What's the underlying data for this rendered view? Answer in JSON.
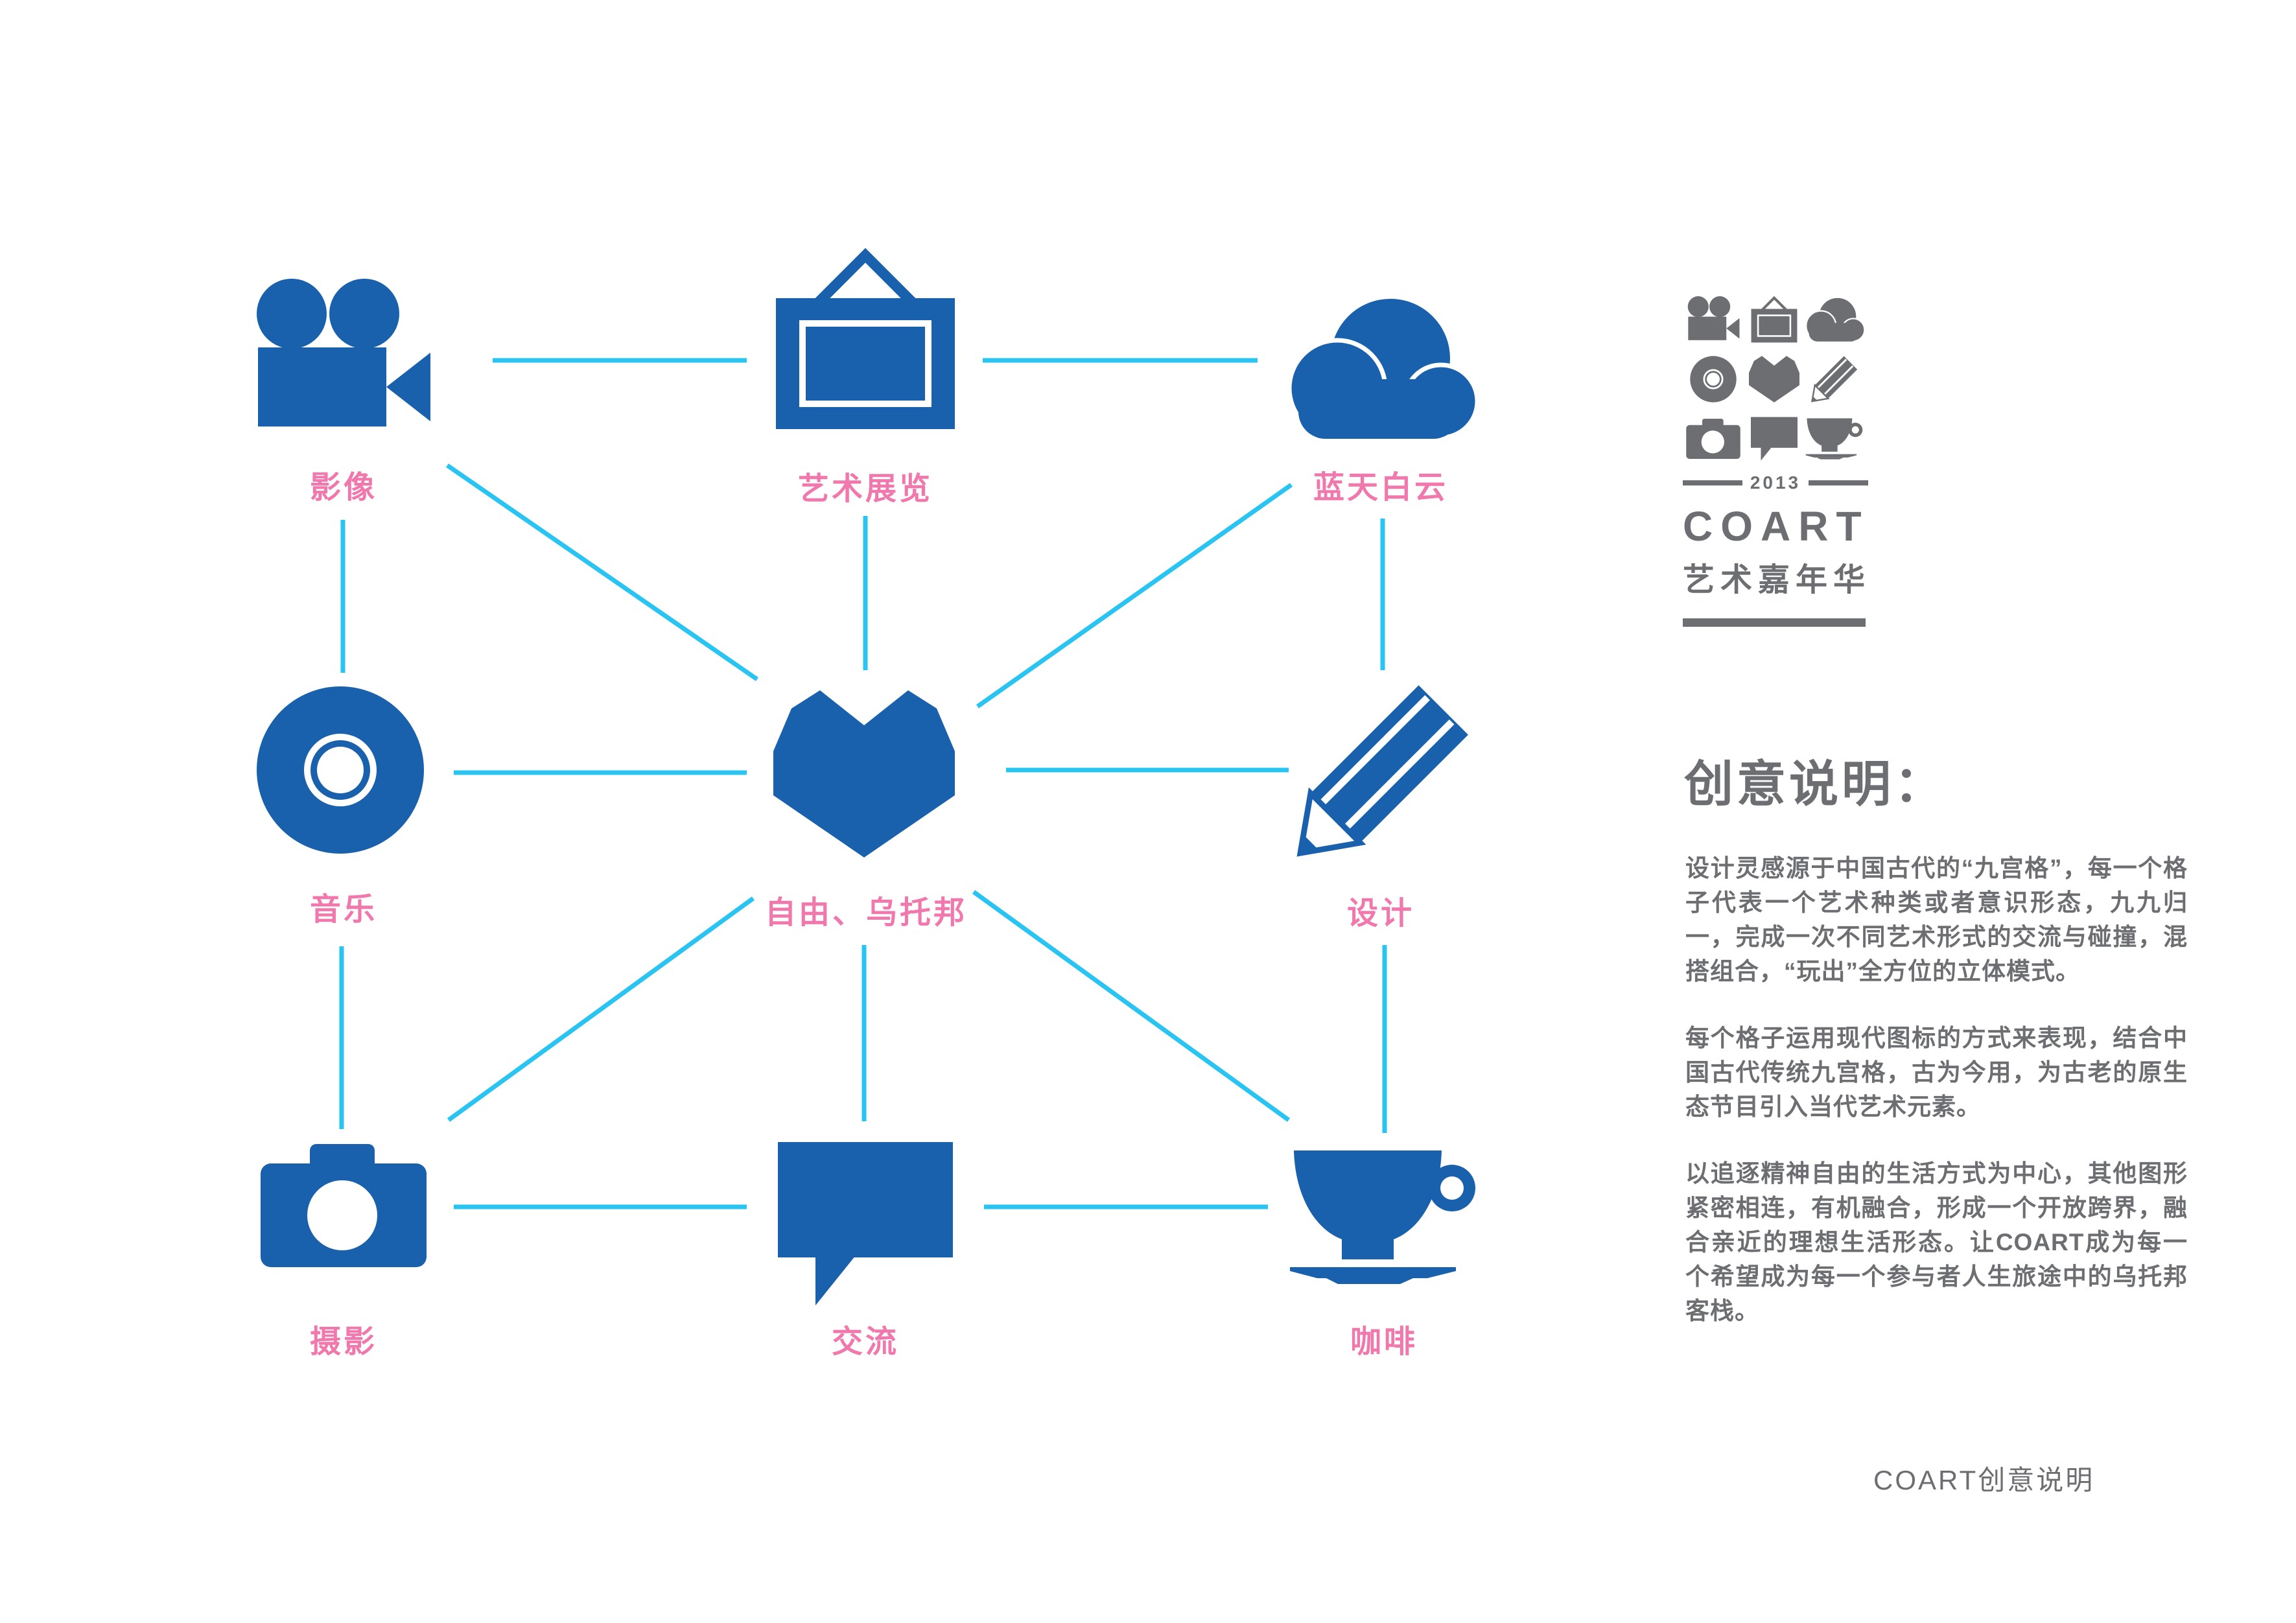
{
  "diagram": {
    "nodes": [
      {
        "id": "video",
        "label": "影像",
        "icon": "movie-camera-icon"
      },
      {
        "id": "art-exhibition",
        "label": "艺术展览",
        "icon": "picture-frame-icon"
      },
      {
        "id": "blue-sky",
        "label": "蓝天白云",
        "icon": "cloud-icon"
      },
      {
        "id": "music",
        "label": "音乐",
        "icon": "cd-icon"
      },
      {
        "id": "utopia",
        "label": "自由、乌托邦",
        "icon": "heart-icon"
      },
      {
        "id": "design",
        "label": "设计",
        "icon": "pencil-icon"
      },
      {
        "id": "photography",
        "label": "摄影",
        "icon": "camera-icon"
      },
      {
        "id": "communication",
        "label": "交流",
        "icon": "speech-bubble-icon"
      },
      {
        "id": "coffee",
        "label": "咖啡",
        "icon": "coffee-cup-icon"
      }
    ]
  },
  "logo": {
    "year": "2013",
    "wordmark": "COART",
    "subtitle": "艺术嘉年华"
  },
  "description": {
    "heading": "创意说明：",
    "paragraphs": [
      "设计灵感源于中国古代的“九宫格”，每一个格子代表一个艺术种类或者意识形态，九九归一，完成一次不同艺术形式的交流与碰撞，混搭组合，“玩出”全方位的立体模式。",
      "每个格子运用现代图标的方式来表现，结合中国古代传统九宫格，古为今用，为古老的原生态节目引入当代艺术元素。",
      "以追逐精神自由的生活方式为中心，其他图形紧密相连，有机融合，形成一个开放跨界，融合亲近的理想生活形态。让COART成为每一个希望成为每一个参与者人生旅途中的乌托邦客栈。"
    ]
  },
  "footer": {
    "caption": "COART创意说明"
  },
  "colors": {
    "icon_blue": "#1961ac",
    "connector_cyan": "#2ac4f3",
    "label_pink": "#f178ac",
    "text_gray": "#6d6e71"
  }
}
